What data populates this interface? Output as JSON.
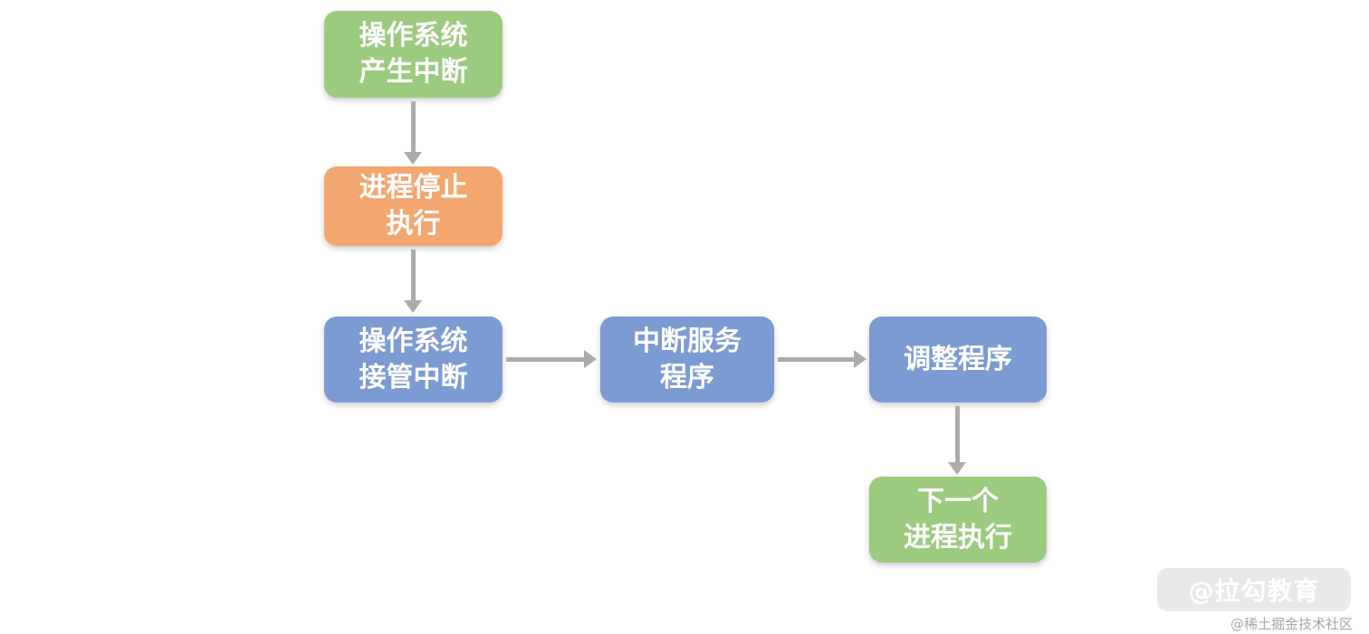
{
  "diagram": {
    "title": "interrupt-handling-flow",
    "nodes": [
      {
        "id": "os-generate-interrupt",
        "label": "操作系统\n产生中断",
        "color": "#9CCB80"
      },
      {
        "id": "process-stop-exec",
        "label": "进程停止\n执行",
        "color": "#F2A770"
      },
      {
        "id": "os-take-over-interrupt",
        "label": "操作系统\n接管中断",
        "color": "#7C9BD3"
      },
      {
        "id": "interrupt-service-routine",
        "label": "中断服务\n程序",
        "color": "#7C9BD3"
      },
      {
        "id": "scheduler-program",
        "label": "调整程序",
        "color": "#7C9BD3"
      },
      {
        "id": "next-process-exec",
        "label": "下一个\n进程执行",
        "color": "#9CCB80"
      }
    ],
    "edges": [
      {
        "from": "os-generate-interrupt",
        "to": "process-stop-exec",
        "direction": "down"
      },
      {
        "from": "process-stop-exec",
        "to": "os-take-over-interrupt",
        "direction": "down"
      },
      {
        "from": "os-take-over-interrupt",
        "to": "interrupt-service-routine",
        "direction": "right"
      },
      {
        "from": "interrupt-service-routine",
        "to": "scheduler-program",
        "direction": "right"
      },
      {
        "from": "scheduler-program",
        "to": "next-process-exec",
        "direction": "down"
      }
    ],
    "arrow_color": "#ABABAB",
    "background_color": "#FFFFFF",
    "node_text_color": "#FFFFFF"
  },
  "watermark": {
    "badge": "@拉勾教育",
    "badge_bg": "#E9E9E9",
    "community": "@稀土掘金技术社区"
  }
}
